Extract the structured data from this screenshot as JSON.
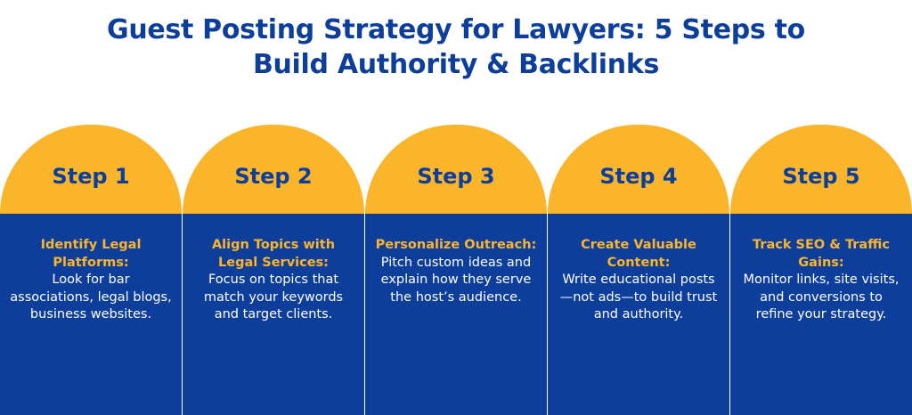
{
  "title": {
    "line1": "Guest Posting Strategy for Lawyers: 5 Steps to",
    "line2": "Build Authority & Backlinks"
  },
  "colors": {
    "primary_blue": "#0d3e9c",
    "accent_yellow": "#fbb52b",
    "text_white": "#ffffff"
  },
  "steps": [
    {
      "label": "Step 1",
      "heading": "Identify Legal Platforms:",
      "description": "Look for bar associations, legal blogs, business websites."
    },
    {
      "label": "Step 2",
      "heading": "Align Topics with Legal Services:",
      "description": "Focus on topics that match your keywords and target clients."
    },
    {
      "label": "Step 3",
      "heading": "Personalize Outreach:",
      "description": "Pitch custom ideas and explain how they serve the host’s audience."
    },
    {
      "label": "Step 4",
      "heading": "Create Valuable Content:",
      "description": "Write educational posts—not ads—to build trust and authority."
    },
    {
      "label": "Step 5",
      "heading": "Track SEO & Traffic Gains:",
      "description": "Monitor links, site visits, and conversions to refine your strategy."
    }
  ]
}
